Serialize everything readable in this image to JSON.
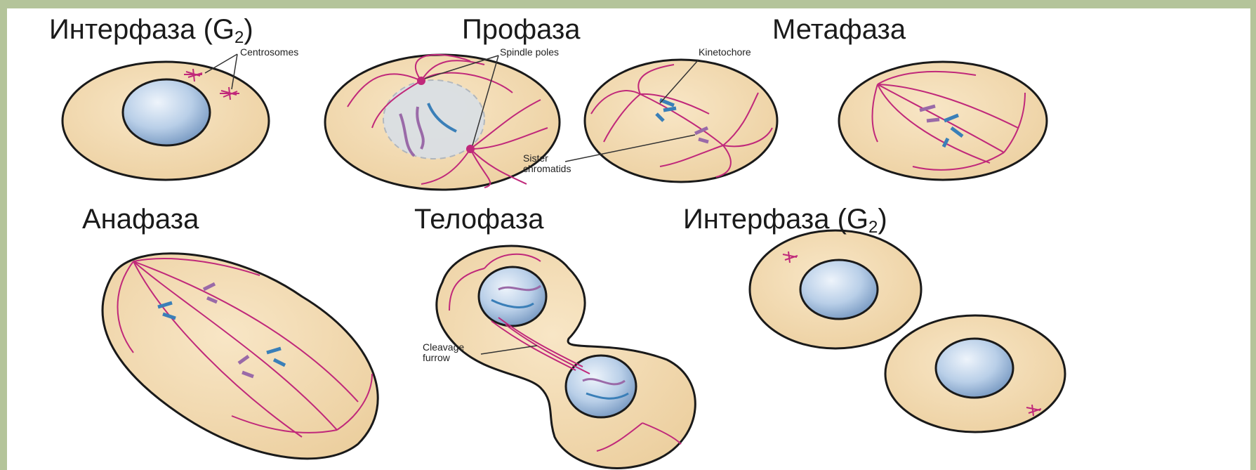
{
  "stages": {
    "interphase_top": {
      "name": "Интерфаза (G",
      "sub": "2",
      "close": ")"
    },
    "prophase": {
      "name": "Профаза"
    },
    "metaphase": {
      "name": "Метафаза"
    },
    "anaphase": {
      "name": "Анафаза"
    },
    "telophase": {
      "name": "Телофаза"
    },
    "interphase_bottom": {
      "name": "Интерфаза (G",
      "sub": "2",
      "close": ")"
    }
  },
  "labels": {
    "centrosomes": "Centrosomes",
    "spindle_poles": "Spindle poles",
    "kinetochore": "Kinetochore",
    "sister_chromatids_line1": "Sister",
    "sister_chromatids_line2": "chromatids",
    "cleavage_furrow_line1": "Cleavage",
    "cleavage_furrow_line2": "furrow"
  },
  "colors": {
    "cytoplasm": "#f3d9ae",
    "outline": "#1a1a1a",
    "nucleus": "#b9cfe8",
    "spindle": "#c0287a",
    "chromosome_blue": "#3a7fb8",
    "chromosome_purple": "#9a6aa8",
    "border": "#b4c49a"
  }
}
